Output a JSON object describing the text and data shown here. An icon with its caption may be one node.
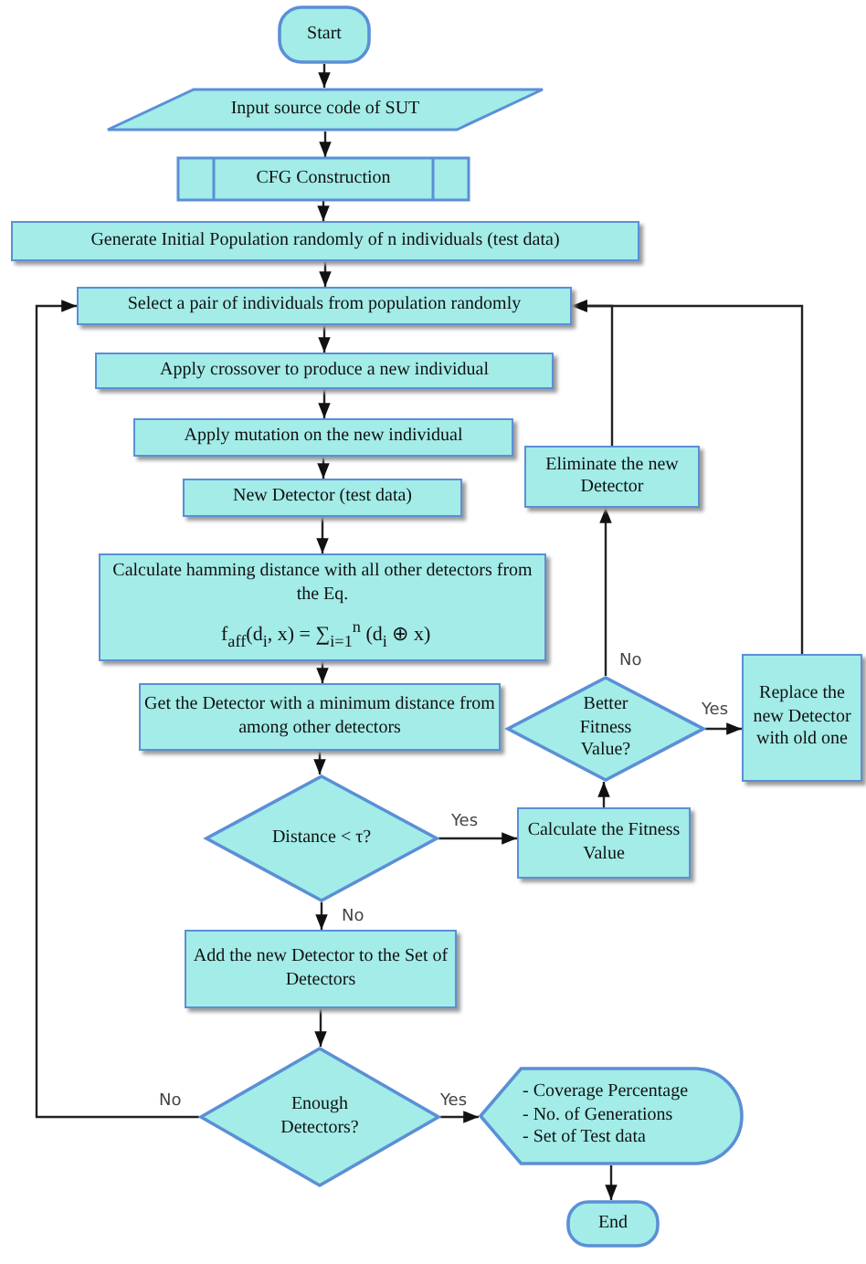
{
  "diagram": {
    "nodes": [
      {
        "text": [
          "Start"
        ]
      },
      {
        "text": [
          "Input source code of SUT"
        ]
      },
      {
        "text": [
          "CFG Construction"
        ]
      },
      {
        "text": [
          "Generate Initial Population randomly of n individuals (test data)"
        ]
      },
      {
        "text": [
          "Select a pair of individuals from population randomly"
        ]
      },
      {
        "text": [
          "Apply crossover to produce a new individual"
        ]
      },
      {
        "text": [
          "Apply mutation on the new individual"
        ]
      },
      {
        "text": [
          "New Detector (test data)"
        ]
      },
      {
        "text": [
          "Calculate hamming distance with all other detectors from the Eq.",
          "f$_{aff}$(d$_{i}$, x) = ∑$_{i=1}$$^{n}$ (d$_{i}$ ⊕ x)"
        ]
      },
      {
        "text": [
          "Get the Detector with a minimum distance from among other detectors"
        ]
      },
      {
        "text": [
          "Distance < τ?"
        ]
      },
      {
        "text": [
          "Add the new Detector to the Set of Detectors"
        ]
      },
      {
        "text": [
          "Enough Detectors?"
        ]
      },
      {
        "text": [
          "- Coverage Percentage",
          "- No. of Generations",
          "- Set of Test data"
        ]
      },
      {
        "text": [
          "End"
        ]
      },
      {
        "text": [
          "Calculate the Fitness Value"
        ]
      },
      {
        "text": [
          "Better Fitness Value?"
        ]
      },
      {
        "text": [
          "Eliminate the new Detector"
        ]
      },
      {
        "text": [
          "Replace the new Detector with old one"
        ]
      }
    ],
    "edges": [
      {
        "from": 0,
        "to": 1,
        "arrow": "to"
      },
      {
        "from": 1,
        "to": 2,
        "arrow": "to"
      },
      {
        "from": 2,
        "to": 3,
        "arrow": "to"
      },
      {
        "from": 3,
        "to": 4,
        "arrow": "to"
      },
      {
        "from": 4,
        "to": 5,
        "arrow": "to"
      },
      {
        "from": 5,
        "to": 6,
        "arrow": "to"
      },
      {
        "from": 6,
        "to": 7,
        "arrow": "to"
      },
      {
        "from": 7,
        "to": 8,
        "arrow": "to"
      },
      {
        "from": 8,
        "to": 9,
        "arrow": "to"
      },
      {
        "from": 9,
        "to": 10,
        "arrow": "to"
      },
      {
        "from": 10,
        "to": 15,
        "arrow": "to",
        "label": "Yes"
      },
      {
        "from": 10,
        "to": 11,
        "arrow": "to",
        "label": "No"
      },
      {
        "from": 11,
        "to": 12,
        "arrow": "to"
      },
      {
        "from": 12,
        "to": 13,
        "arrow": "to",
        "label": "Yes"
      },
      {
        "from": 12,
        "to": 4,
        "arrow": "to",
        "label": "No"
      },
      {
        "from": 13,
        "to": 14,
        "arrow": "to"
      },
      {
        "from": 15,
        "to": 16,
        "arrow": "to"
      },
      {
        "from": 16,
        "to": 17,
        "arrow": "to",
        "label": "No"
      },
      {
        "from": 16,
        "to": 18,
        "arrow": "to",
        "label": "Yes"
      },
      {
        "from": 17,
        "to": 4,
        "arrow": "to"
      },
      {
        "from": 18,
        "to": 4,
        "arrow": "to"
      }
    ]
  }
}
